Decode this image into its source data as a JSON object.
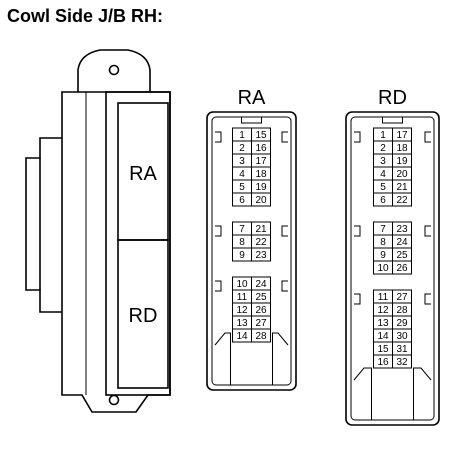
{
  "title": "Cowl Side J/B RH:",
  "junction_block": {
    "slots": [
      {
        "label": "RA"
      },
      {
        "label": "RD"
      }
    ]
  },
  "connectors": [
    {
      "label": "RA",
      "groups": [
        [
          [
            1,
            15
          ],
          [
            2,
            16
          ],
          [
            3,
            17
          ],
          [
            4,
            18
          ],
          [
            5,
            19
          ],
          [
            6,
            20
          ]
        ],
        [
          [
            7,
            21
          ],
          [
            8,
            22
          ],
          [
            9,
            23
          ]
        ],
        [
          [
            10,
            24
          ],
          [
            11,
            25
          ],
          [
            12,
            26
          ],
          [
            13,
            27
          ],
          [
            14,
            28
          ]
        ]
      ]
    },
    {
      "label": "RD",
      "groups": [
        [
          [
            1,
            17
          ],
          [
            2,
            18
          ],
          [
            3,
            19
          ],
          [
            4,
            20
          ],
          [
            5,
            21
          ],
          [
            6,
            22
          ]
        ],
        [
          [
            7,
            23
          ],
          [
            8,
            24
          ],
          [
            9,
            25
          ],
          [
            10,
            26
          ]
        ],
        [
          [
            11,
            27
          ],
          [
            12,
            28
          ],
          [
            13,
            29
          ],
          [
            14,
            30
          ],
          [
            15,
            31
          ],
          [
            16,
            32
          ]
        ]
      ]
    }
  ]
}
